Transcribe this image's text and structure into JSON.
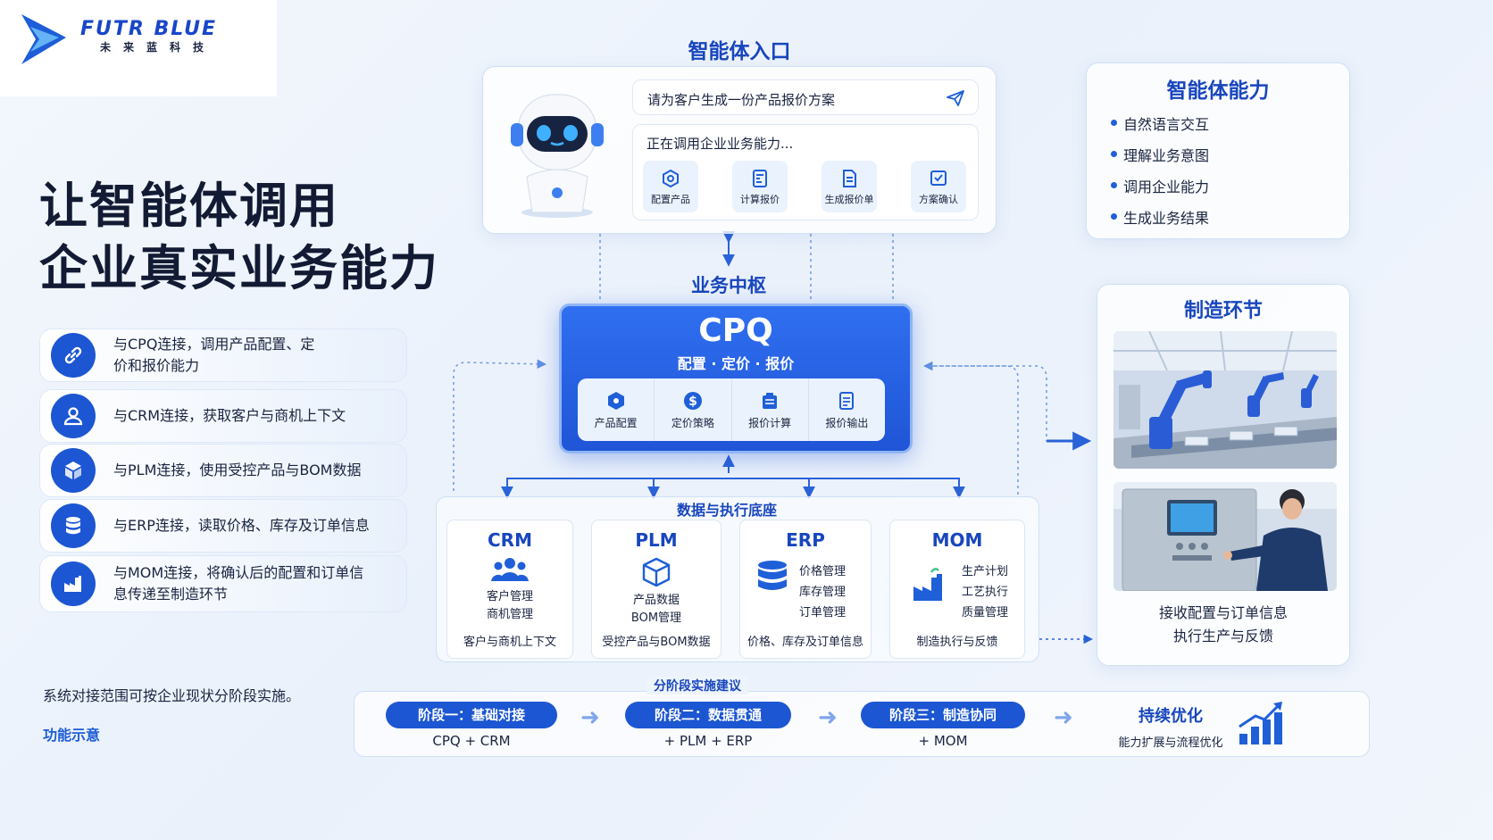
{
  "logo": {
    "en": "FUTR BLUE",
    "cn": "未来蓝科技"
  },
  "headline": {
    "line1": "让智能体调用",
    "line2": "企业真实业务能力"
  },
  "features": [
    {
      "icon": "link-icon",
      "text": "与CPQ连接，调用产品配置、定价和报价能力"
    },
    {
      "icon": "user-icon",
      "text": "与CRM连接，获取客户与商机上下文"
    },
    {
      "icon": "cube-icon",
      "text": "与PLM连接，使用受控产品与BOM数据"
    },
    {
      "icon": "database-icon",
      "text": "与ERP连接，读取价格、库存及订单信息"
    },
    {
      "icon": "factory-icon",
      "text": "与MOM连接，将确认后的配置和订单信息传递至制造环节"
    }
  ],
  "note": "系统对接范围可按企业现状分阶段实施。",
  "demo_link": "功能示意",
  "agent": {
    "title": "智能体入口",
    "prompt": "请为客户生成一份产品报价方案",
    "status": "正在调用企业业务能力...",
    "actions": [
      "配置产品",
      "计算报价",
      "生成报价单",
      "方案确认"
    ]
  },
  "capability": {
    "title": "智能体能力",
    "items": [
      "自然语言交互",
      "理解业务意图",
      "调用企业能力",
      "生成业务结果"
    ]
  },
  "hub": {
    "title": "业务中枢",
    "name": "CPQ",
    "subtitle": "配置 · 定价 · 报价",
    "modules": [
      "产品配置",
      "定价策略",
      "报价计算",
      "报价输出"
    ]
  },
  "base": {
    "title": "数据与执行底座",
    "systems": [
      {
        "name": "CRM",
        "items": [
          "客户管理",
          "商机管理"
        ],
        "footer": "客户与商机上下文"
      },
      {
        "name": "PLM",
        "items": [
          "产品数据",
          "BOM管理"
        ],
        "footer": "受控产品与BOM数据"
      },
      {
        "name": "ERP",
        "items": [
          "价格管理",
          "库存管理",
          "订单管理"
        ],
        "footer": "价格、库存及订单信息"
      },
      {
        "name": "MOM",
        "items": [
          "生产计划",
          "工艺执行",
          "质量管理"
        ],
        "footer": "制造执行与反馈"
      }
    ]
  },
  "manufacturing": {
    "title": "制造环节",
    "line1": "接收配置与订单信息",
    "line2": "执行生产与反馈"
  },
  "stages": {
    "title": "分阶段实施建议",
    "items": [
      {
        "label": "阶段一：基础对接",
        "sub": "CPQ + CRM"
      },
      {
        "label": "阶段二：数据贯通",
        "sub": "+ PLM + ERP"
      },
      {
        "label": "阶段三：制造协同",
        "sub": "+ MOM"
      }
    ],
    "final": {
      "label": "持续优化",
      "sub": "能力扩展与流程优化"
    }
  },
  "colors": {
    "primary": "#1c56d2",
    "title_blue": "#1846bd",
    "light_panel": "#eaf2fd"
  }
}
